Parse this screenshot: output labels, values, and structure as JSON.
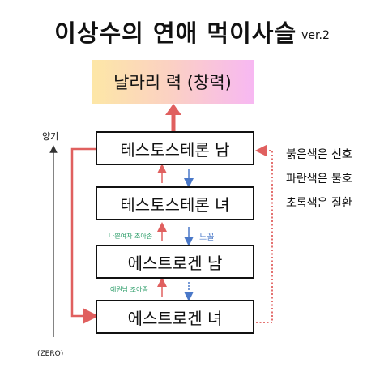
{
  "title": "이상수의 연애 먹이사슬",
  "version": "ver.2",
  "top_box": "날라리 력 (창력)",
  "levels": [
    "테스토스테론 남",
    "테스토스테론 녀",
    "에스트로겐 남",
    "에스트로겐 녀"
  ],
  "annotations": {
    "left_upper": "나쁜여자 조아좀",
    "right_upper": "노꼴",
    "left_lower": "예권남 조아좀"
  },
  "legend": [
    "붉은색은 선호",
    "파란색은 불호",
    "초록색은 질환"
  ],
  "axis": {
    "top_label": "양기",
    "bottom_label": "(ZERO)"
  },
  "colors": {
    "red": "#e0605f",
    "blue": "#4a78c8",
    "green": "#2e9e6a"
  }
}
